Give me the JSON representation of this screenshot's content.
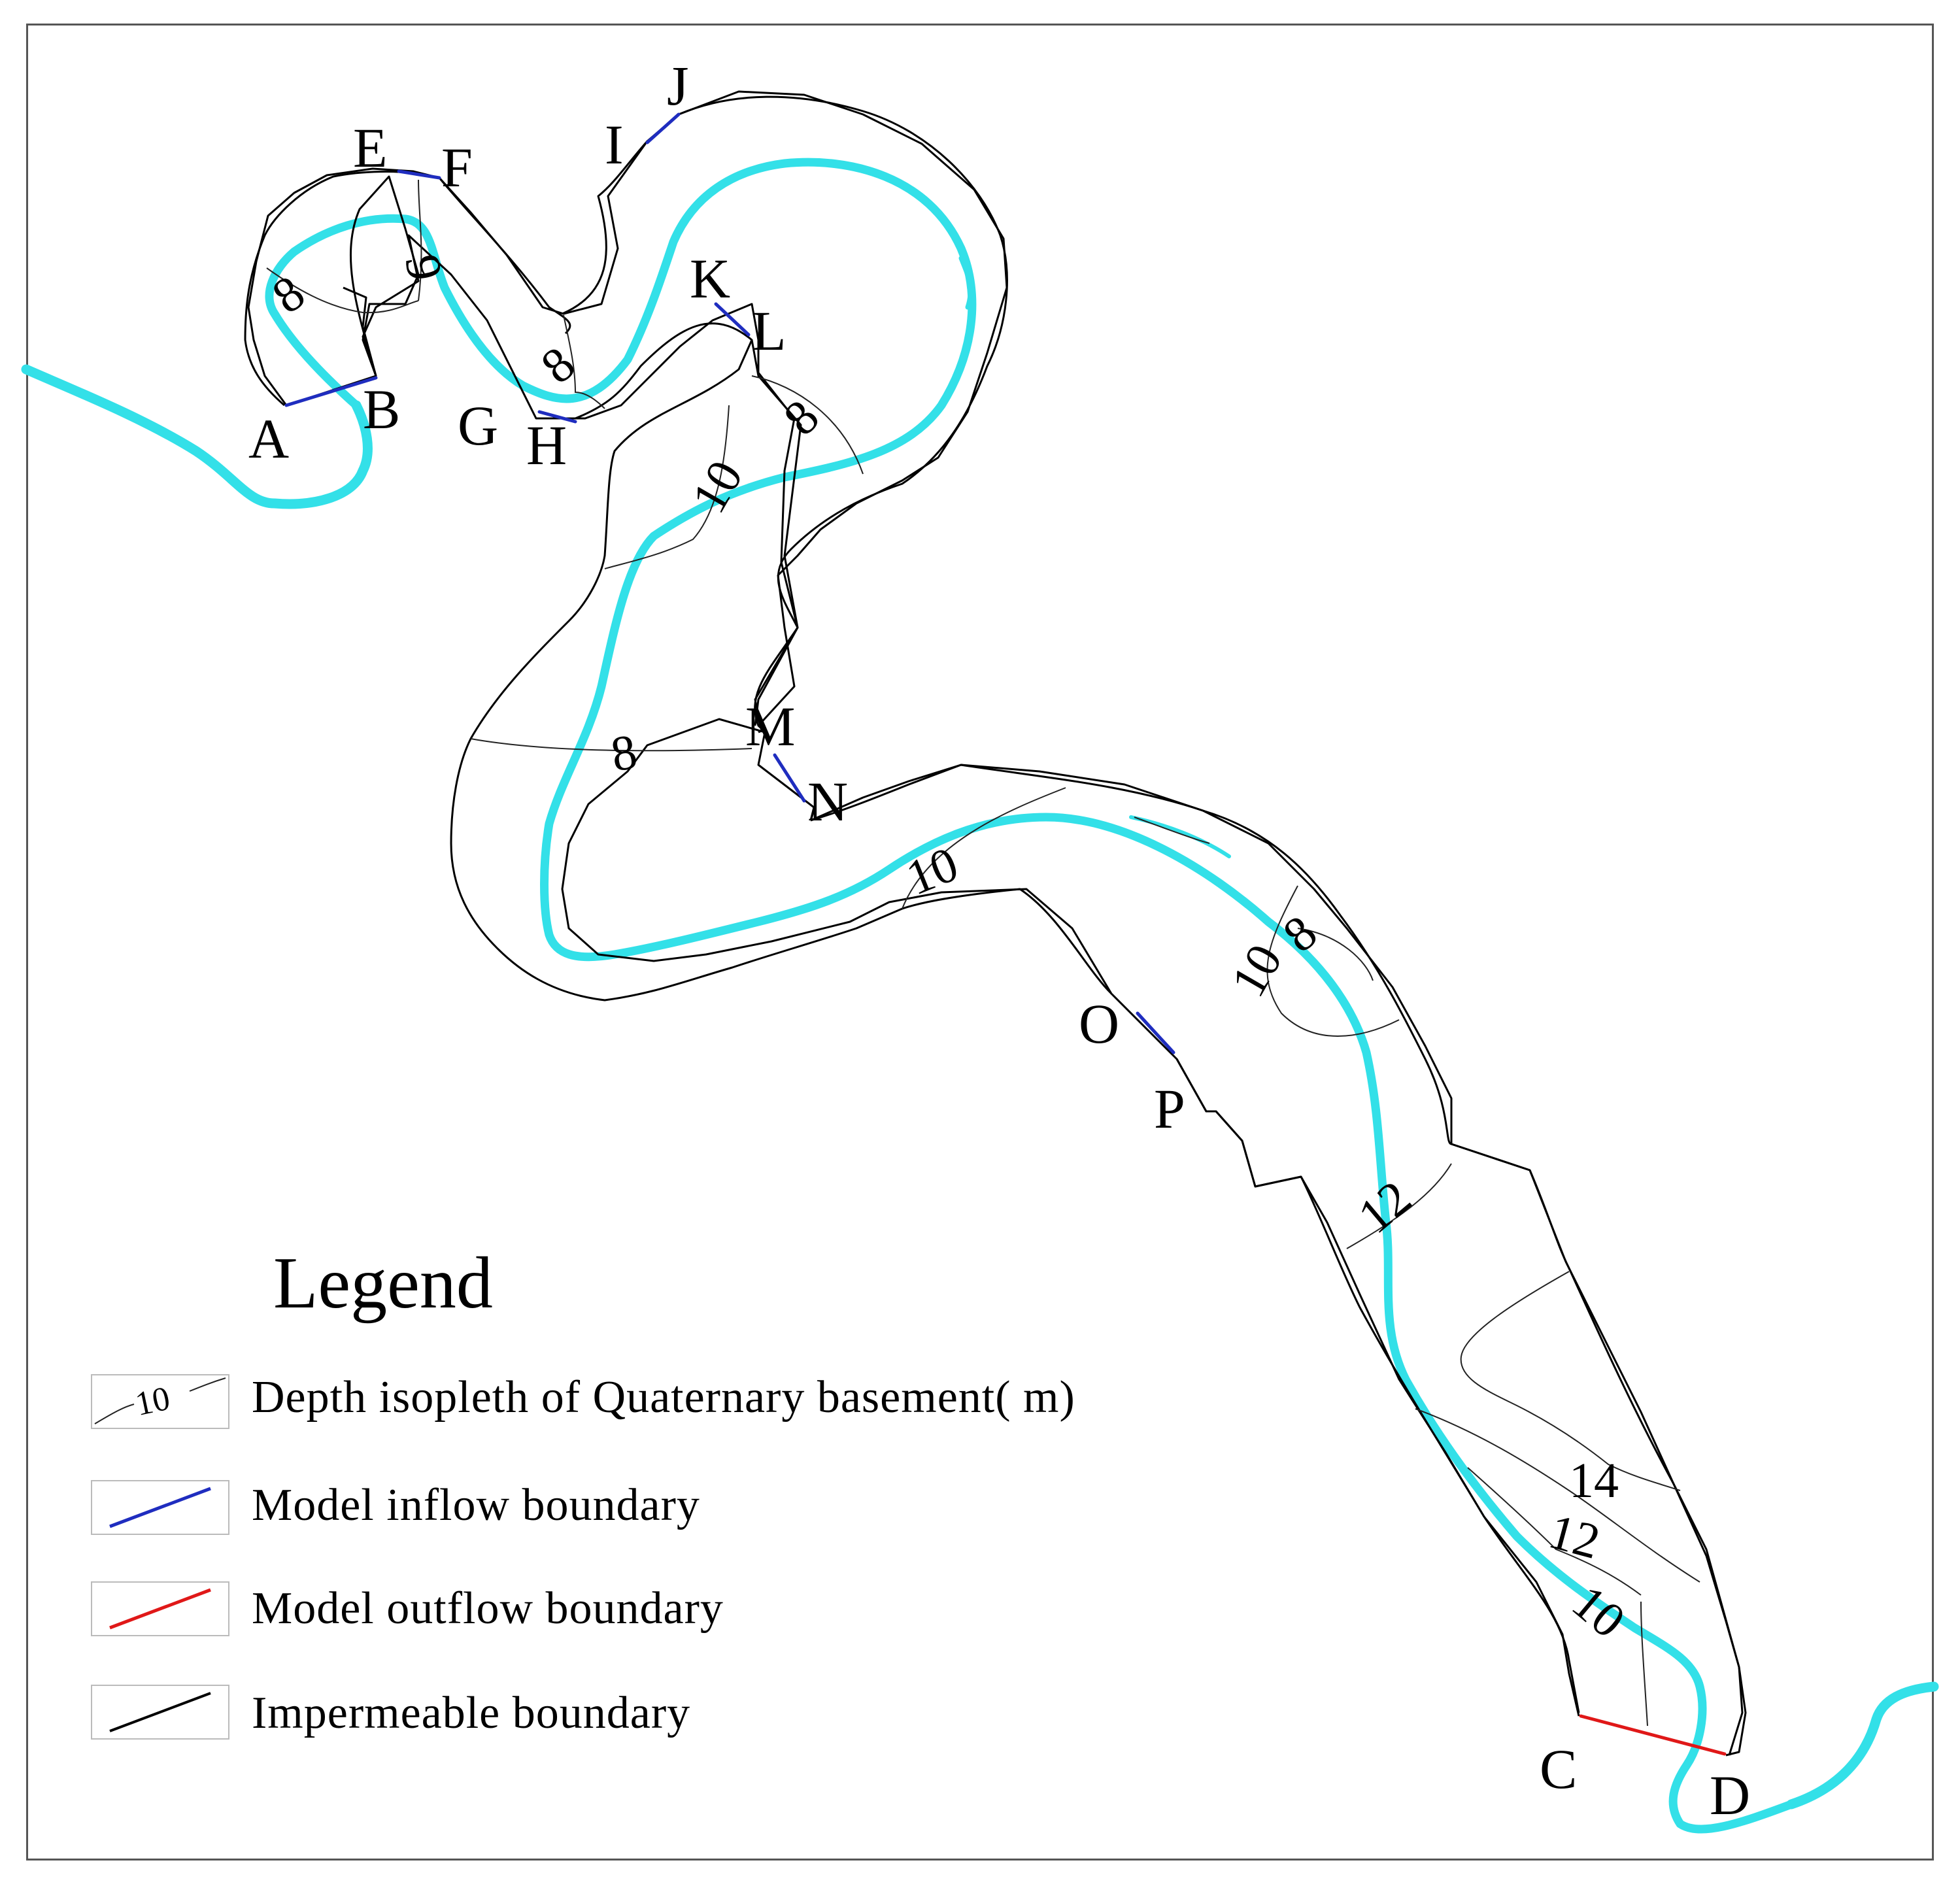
{
  "colors": {
    "river": "#33e0e8",
    "inflow": "#1f2dbf",
    "outflow": "#e01818",
    "impermeable": "#000000",
    "isopleth": "#222222"
  },
  "points": {
    "A": "A",
    "B": "B",
    "C": "C",
    "D": "D",
    "E": "E",
    "F": "F",
    "G": "G",
    "H": "H",
    "I": "I",
    "J": "J",
    "K": "K",
    "L": "L",
    "M": "M",
    "N": "N",
    "O": "O",
    "P": "P"
  },
  "isopleths": [
    {
      "value": "8"
    },
    {
      "value": "9"
    },
    {
      "value": "8"
    },
    {
      "value": "8"
    },
    {
      "value": "10"
    },
    {
      "value": "8"
    },
    {
      "value": "10"
    },
    {
      "value": "10"
    },
    {
      "value": "8"
    },
    {
      "value": "12"
    },
    {
      "value": "14"
    },
    {
      "value": "12"
    },
    {
      "value": "10"
    }
  ],
  "legend": {
    "title": "Legend",
    "sample_value": "10",
    "items": [
      {
        "label": "Depth  isopleth  of  Quaternary  basement( m)",
        "symbol": "isopleth"
      },
      {
        "label": "Model  inflow  boundary",
        "symbol": "inflow"
      },
      {
        "label": "Model  outflow  boundary",
        "symbol": "outflow"
      },
      {
        "label": "Impermeable  boundary",
        "symbol": "impermeable"
      }
    ]
  }
}
